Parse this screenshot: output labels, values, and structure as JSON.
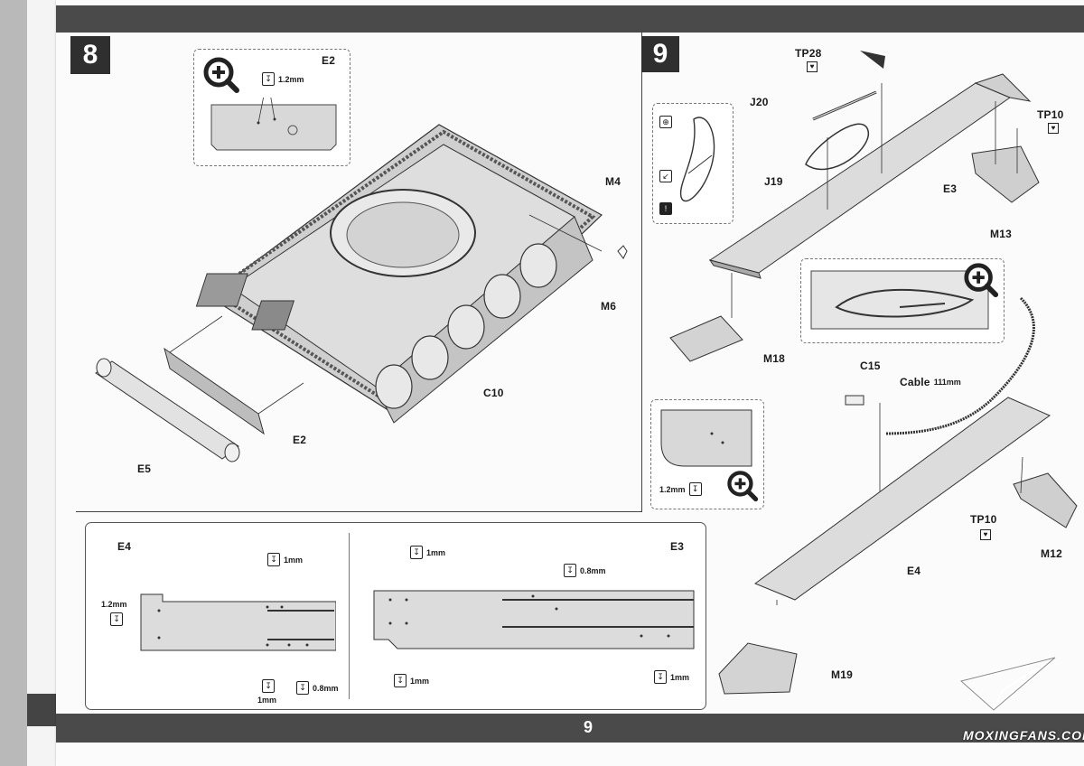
{
  "page": {
    "number": "9"
  },
  "watermark": {
    "text": "MOXINGFANS.COM"
  },
  "step8": {
    "number": "8",
    "zoom": {
      "part": "E2",
      "drill": "1.2mm",
      "icon": "zoom-in-icon"
    },
    "callouts": {
      "m4": "M4",
      "m6": "M6",
      "c10": "C10",
      "e2": "E2",
      "e5": "E5"
    }
  },
  "step9": {
    "number": "9",
    "callouts": {
      "tp28": "TP28",
      "j20": "J20",
      "j19": "J19",
      "e3": "E3",
      "tp10_top": "TP10",
      "m13": "M13",
      "m18": "M18",
      "c15": "C15",
      "cable": "Cable",
      "cable_len": "111mm",
      "tp10_bottom": "TP10",
      "e4": "E4",
      "m12": "M12",
      "m19": "M19"
    },
    "inset_drill": "1.2mm"
  },
  "drill_panel": {
    "e4": {
      "title": "E4",
      "left": "1.2mm",
      "top": "1mm",
      "bottom_a": "1mm",
      "bottom_b": "0.8mm"
    },
    "e3": {
      "title": "E3",
      "top_left": "1mm",
      "top_mid": "0.8mm",
      "bottom_left": "1mm",
      "bottom_right": "1mm"
    }
  },
  "colors": {
    "bar": "#4a4a4a",
    "part_fill": "#d8d8d8",
    "sheet": "#fbfbfb"
  }
}
